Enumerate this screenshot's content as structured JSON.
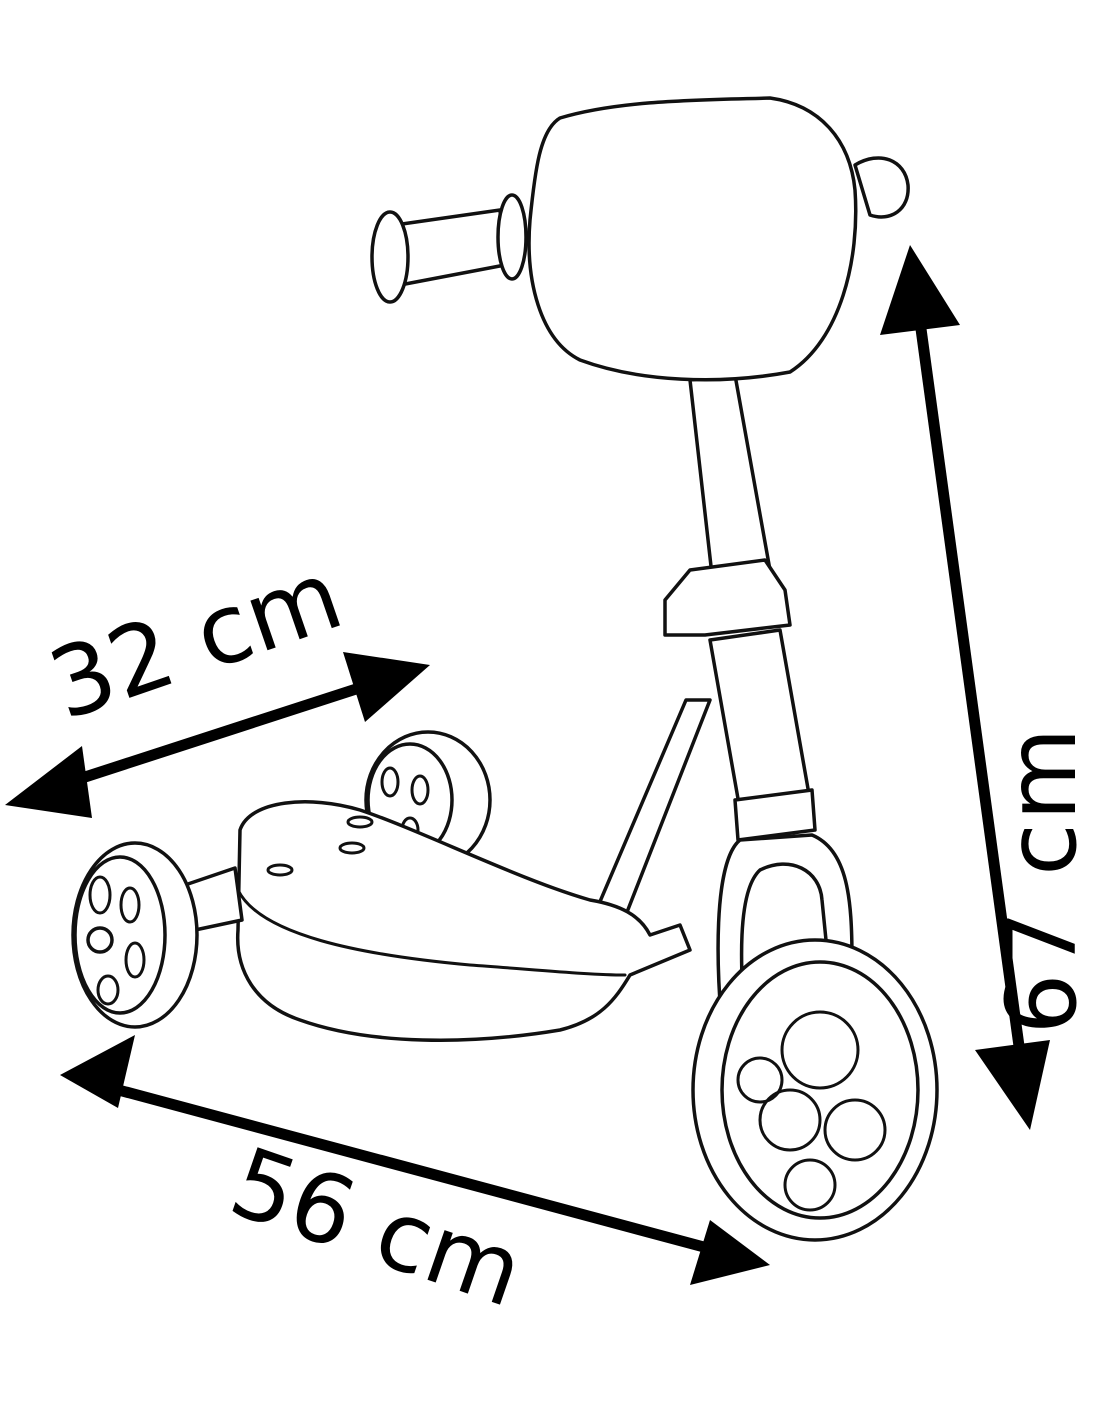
{
  "title": "Scooter dimensions",
  "dimensions": {
    "width": {
      "label": "32 cm",
      "value": 32,
      "unit": "cm"
    },
    "length": {
      "label": "56 cm",
      "value": 56,
      "unit": "cm"
    },
    "height": {
      "label": "67 cm",
      "value": 67,
      "unit": "cm"
    }
  },
  "colors": {
    "line": "#111111",
    "background": "#ffffff"
  }
}
